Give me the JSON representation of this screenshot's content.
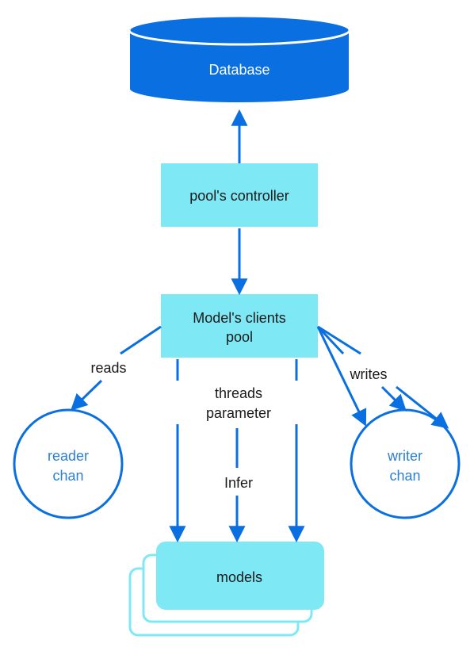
{
  "database": {
    "label": "Database"
  },
  "controller": {
    "label": "pool's controller"
  },
  "pool": {
    "line1": "Model's clients",
    "line2": "pool"
  },
  "reader": {
    "line1": "reader",
    "line2": "chan"
  },
  "writer": {
    "line1": "writer",
    "line2": "chan"
  },
  "models": {
    "label": "models"
  },
  "edges": {
    "reads": "reads",
    "writes": "writes",
    "threads_line1": "threads",
    "threads_line2": "parameter",
    "infer": "Infer"
  },
  "colors": {
    "database": "#0a6fe0",
    "box": "#7ee8f5",
    "arrow": "#0a6fe0",
    "circle": "#0a6fe0",
    "circle_text": "#2b7fd8"
  }
}
